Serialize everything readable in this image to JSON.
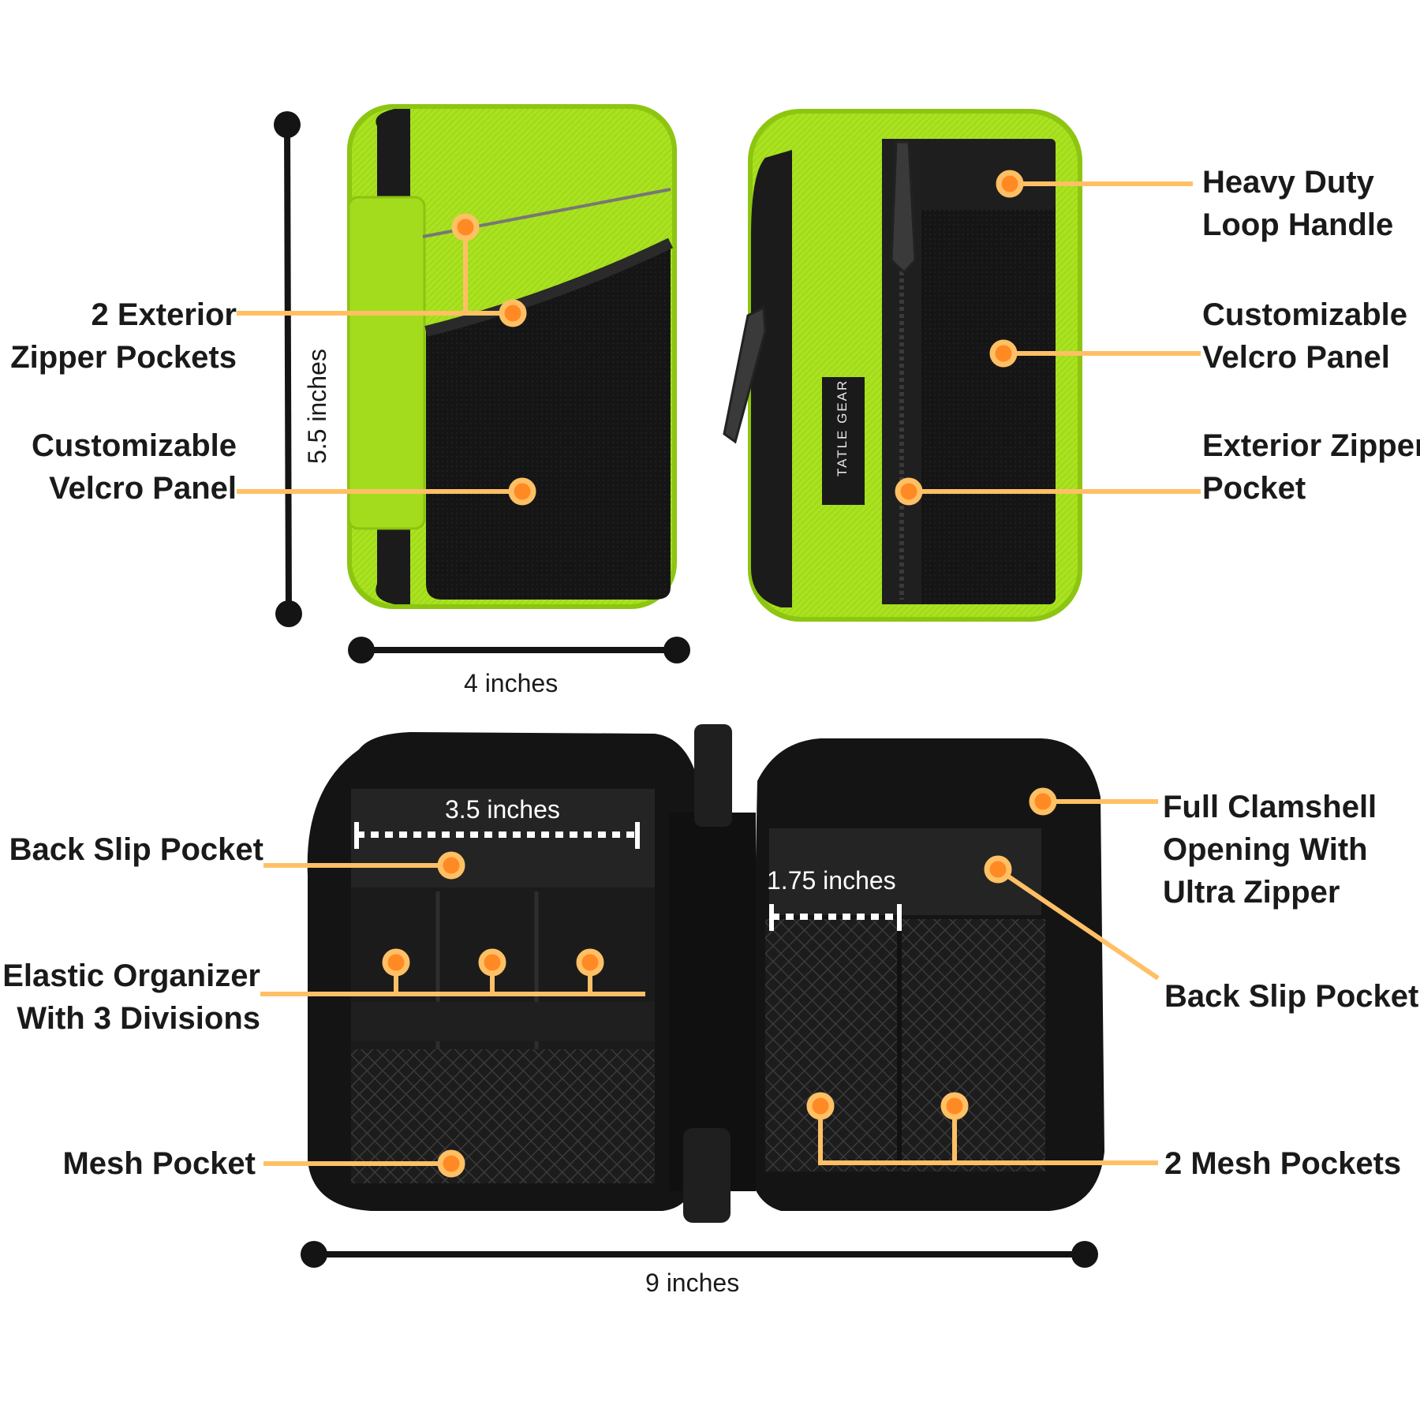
{
  "brand": "TATLE GEAR",
  "colors": {
    "accent_orange": "#ffc065",
    "dot_orange": "#ff8a24",
    "lime": "#a7e21e",
    "lime_dark": "#8dc511",
    "black": "#141414",
    "dimension_line": "#141414"
  },
  "callouts": {
    "exterior_zipper_pockets": [
      "2 Exterior",
      "Zipper Pockets"
    ],
    "velcro_panel_front": [
      "Customizable",
      "Velcro Panel"
    ],
    "loop_handle": [
      "Heavy Duty",
      "Loop Handle"
    ],
    "velcro_panel_back": [
      "Customizable",
      "Velcro Panel"
    ],
    "exterior_zipper_pocket": [
      "Exterior Zipper",
      "Pocket"
    ],
    "back_slip_pocket_left": [
      "Back Slip Pocket"
    ],
    "elastic_organizer": [
      "Elastic Organizer",
      "With 3 Divisions"
    ],
    "mesh_pocket": [
      "Mesh Pocket"
    ],
    "clamshell_opening": [
      "Full Clamshell",
      "Opening With",
      "Ultra Zipper"
    ],
    "back_slip_pocket_right": [
      "Back Slip Pocket"
    ],
    "mesh_pockets": [
      "2 Mesh Pockets"
    ]
  },
  "dimensions": {
    "height": "5.5 inches",
    "width": "4 inches",
    "inner_left_width": "3.5 inches",
    "inner_right_width": "1.75 inches",
    "open_width": "9 inches"
  }
}
